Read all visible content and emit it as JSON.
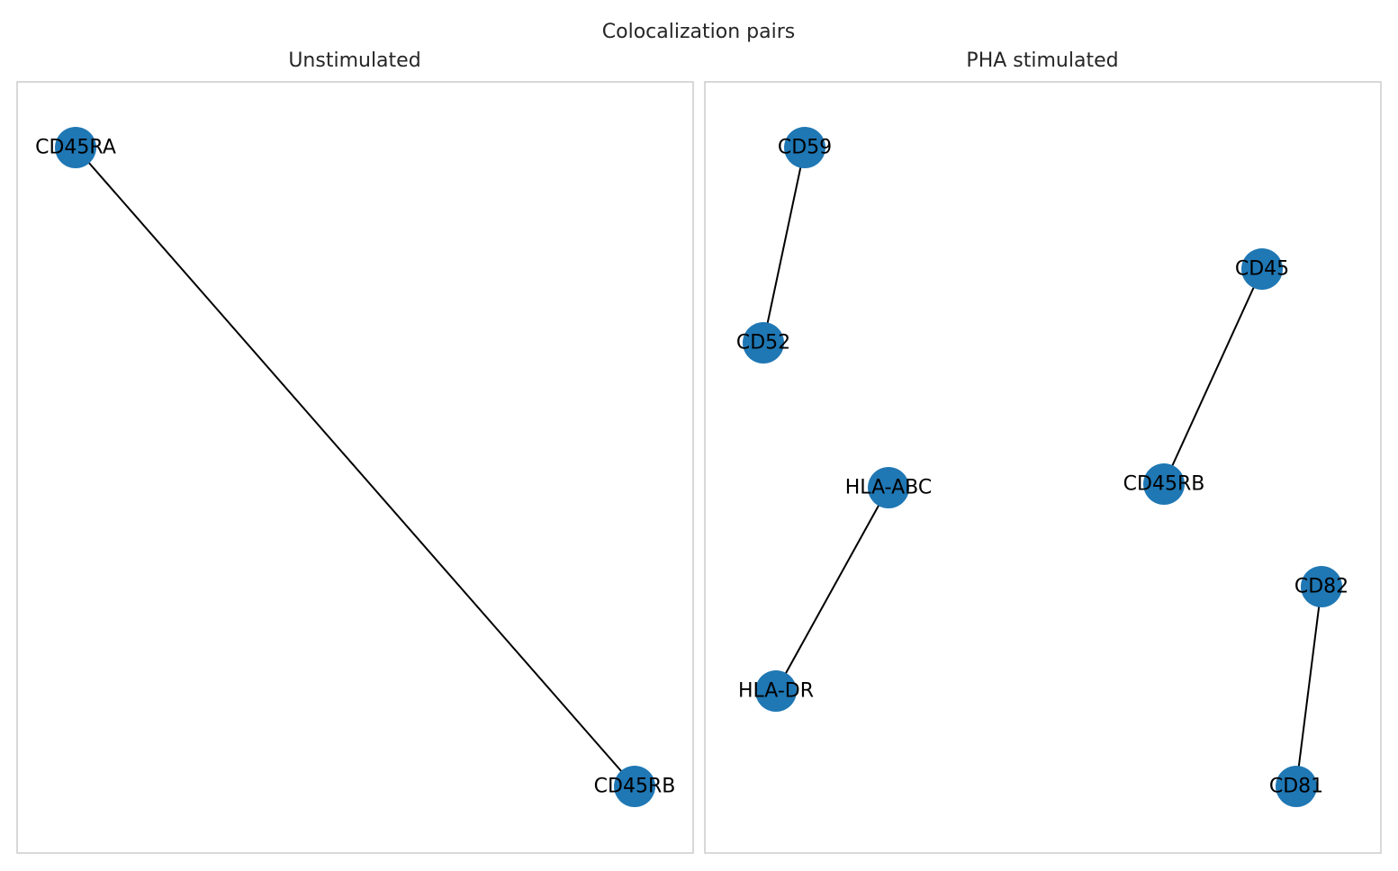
{
  "title": "Colocalization pairs",
  "node_color": "#1f77b4",
  "panels": [
    {
      "title": "Unstimulated",
      "nodes": [
        "CD45RA",
        "CD45RB"
      ],
      "edges": [
        [
          "CD45RA",
          "CD45RB"
        ]
      ]
    },
    {
      "title": "PHA stimulated",
      "nodes": [
        "CD59",
        "CD52",
        "CD45",
        "CD45RB",
        "HLA-ABC",
        "HLA-DR",
        "CD82",
        "CD81"
      ],
      "edges": [
        [
          "CD59",
          "CD52"
        ],
        [
          "CD45",
          "CD45RB"
        ],
        [
          "HLA-ABC",
          "HLA-DR"
        ],
        [
          "CD82",
          "CD81"
        ]
      ]
    }
  ]
}
